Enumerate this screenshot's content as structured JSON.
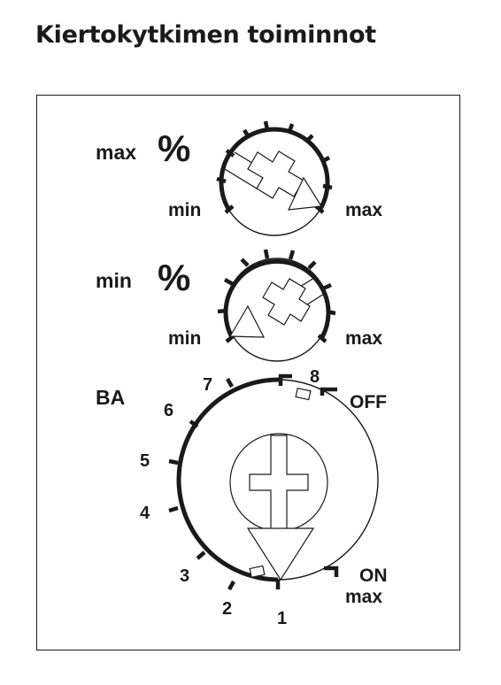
{
  "title": "Kiertokytkimen toiminnot",
  "dial_top": {
    "name": "max",
    "unit": "%",
    "scale_min": "min",
    "scale_max": "max"
  },
  "dial_middle": {
    "name": "min",
    "unit": "%",
    "scale_min": "min",
    "scale_max": "max"
  },
  "dial_bottom": {
    "name": "BA",
    "positions": [
      "1",
      "2",
      "3",
      "4",
      "5",
      "6",
      "7",
      "8"
    ],
    "off_label": "OFF",
    "on_label": "ON",
    "on_sublabel": "max"
  },
  "colors": {
    "ink": "#1a1a1a",
    "background": "#ffffff"
  }
}
